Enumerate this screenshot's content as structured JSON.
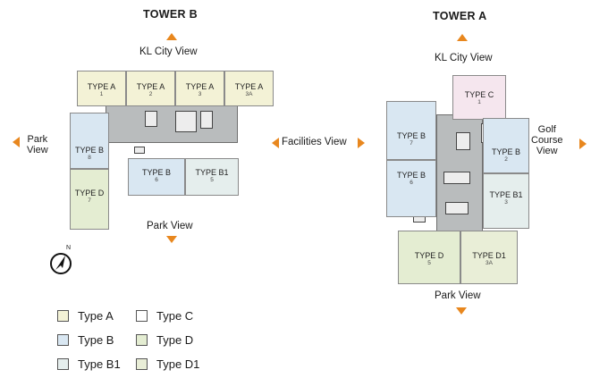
{
  "colors": {
    "type_a": "#f3f2d6",
    "type_b": "#d9e7f2",
    "type_b1": "#e5eeed",
    "type_c": "#f5e6ee",
    "type_d": "#e4edd2",
    "type_d1": "#e9eed7",
    "arrow": "#e8871e",
    "core": "#b9bcbd"
  },
  "icons": {
    "compass": "north-arrow-compass-icon"
  },
  "tower_b": {
    "title": "TOWER B",
    "top_view": "KL City View",
    "left_view": [
      "Park",
      "View"
    ],
    "bottom_view": "Park View",
    "compass_label": "N",
    "units": [
      {
        "type": "TYPE A",
        "num": "1"
      },
      {
        "type": "TYPE A",
        "num": "2"
      },
      {
        "type": "TYPE A",
        "num": "3"
      },
      {
        "type": "TYPE A",
        "num": "3A"
      },
      {
        "type": "TYPE B",
        "num": "8"
      },
      {
        "type": "TYPE D",
        "num": "7"
      },
      {
        "type": "TYPE B",
        "num": "6"
      },
      {
        "type": "TYPE B1",
        "num": "5"
      }
    ]
  },
  "center_view": "Facilities View",
  "tower_a": {
    "title": "TOWER A",
    "top_view": "KL City View",
    "right_view": [
      "Golf",
      "Course",
      "View"
    ],
    "bottom_view": "Park View",
    "units": [
      {
        "type": "TYPE C",
        "num": "1"
      },
      {
        "type": "TYPE B",
        "num": "7"
      },
      {
        "type": "TYPE B",
        "num": "6"
      },
      {
        "type": "TYPE B",
        "num": "2"
      },
      {
        "type": "TYPE B1",
        "num": "3"
      },
      {
        "type": "TYPE D",
        "num": "5"
      },
      {
        "type": "TYPE D1",
        "num": "3A"
      }
    ]
  },
  "legend": [
    {
      "label": "Type A",
      "color": "#f3f2d6"
    },
    {
      "label": "Type C",
      "color": "#ffffff"
    },
    {
      "label": "Type B",
      "color": "#d9e7f2"
    },
    {
      "label": "Type D",
      "color": "#e4edd2"
    },
    {
      "label": "Type B1",
      "color": "#e5eeed"
    },
    {
      "label": "Type D1",
      "color": "#e9eed7"
    }
  ]
}
